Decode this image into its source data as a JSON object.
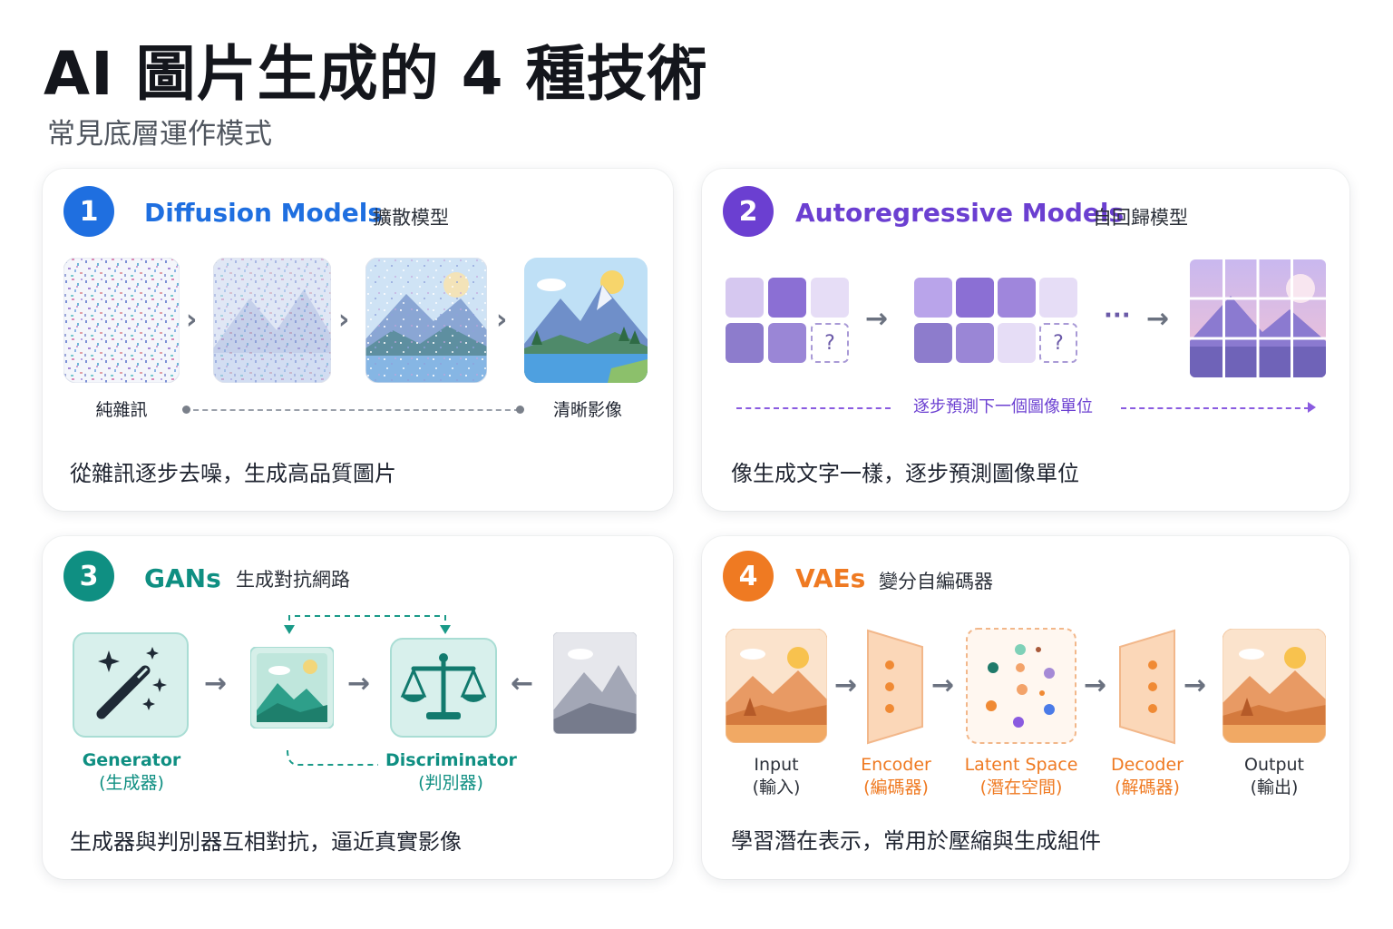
{
  "title": "AI 圖片生成的 4 種技術",
  "subtitle": "常見底層運作模式",
  "colors": {
    "blue": "#1f6fe0",
    "purple": "#6b3fd1",
    "teal": "#0f8f82",
    "orange": "#ef7a22"
  },
  "cards": [
    {
      "num": "1",
      "title": "Diffusion Models",
      "subtitle": "擴散模型",
      "start_label": "純雜訊",
      "end_label": "清晰影像",
      "description": "從雜訊逐步去噪，生成高品質圖片"
    },
    {
      "num": "2",
      "title": "Autoregressive Models",
      "subtitle": "自回歸模型",
      "unknown": "?",
      "ellipsis": "···",
      "flow_label": "逐步預測下一個圖像單位",
      "description": "像生成文字一樣，逐步預測圖像單位"
    },
    {
      "num": "3",
      "title": "GANs",
      "subtitle": "生成對抗網路",
      "generator": "Generator",
      "generator_zh": "(生成器)",
      "discriminator": "Discriminator",
      "discriminator_zh": "(判別器)",
      "description": "生成器與判別器互相對抗，逼近真實影像"
    },
    {
      "num": "4",
      "title": "VAEs",
      "subtitle": "變分自編碼器",
      "stages": [
        {
          "en": "Input",
          "zh": "(輸入)"
        },
        {
          "en": "Encoder",
          "zh": "(編碼器)"
        },
        {
          "en": "Latent Space",
          "zh": "(潛在空間)"
        },
        {
          "en": "Decoder",
          "zh": "(解碼器)"
        },
        {
          "en": "Output",
          "zh": "(輸出)"
        }
      ],
      "description": "學習潛在表示，常用於壓縮與生成組件"
    }
  ]
}
